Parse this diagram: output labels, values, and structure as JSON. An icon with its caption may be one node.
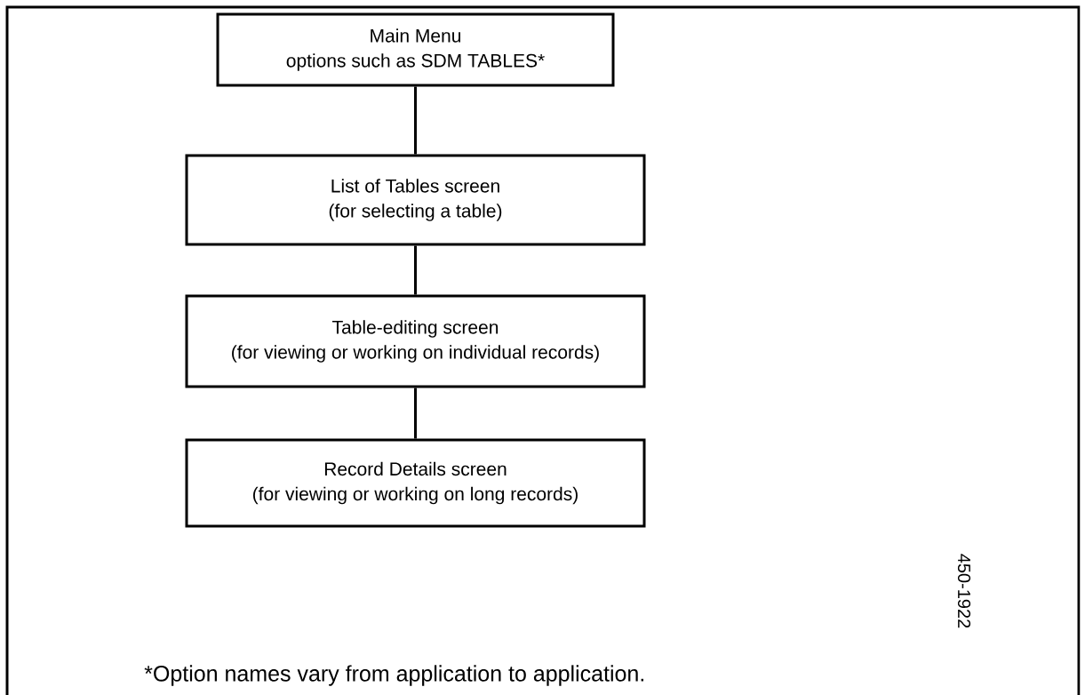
{
  "diagram": {
    "nodes": [
      {
        "text": [
          "Main Menu",
          "options such as SDM TABLES*"
        ]
      },
      {
        "text": [
          "List of Tables screen",
          "(for selecting a table)"
        ]
      },
      {
        "text": [
          "Table-editing screen",
          "(for viewing or working on individual records)"
        ]
      },
      {
        "text": [
          "Record Details screen",
          "(for viewing or working on long records)"
        ]
      }
    ],
    "edges": [
      {
        "from": 0,
        "to": 1,
        "arrow": "none"
      },
      {
        "from": 1,
        "to": 2,
        "arrow": "none"
      },
      {
        "from": 2,
        "to": 3,
        "arrow": "none"
      }
    ],
    "labels": [
      "450-1922",
      "*Option names vary from application to application."
    ]
  }
}
